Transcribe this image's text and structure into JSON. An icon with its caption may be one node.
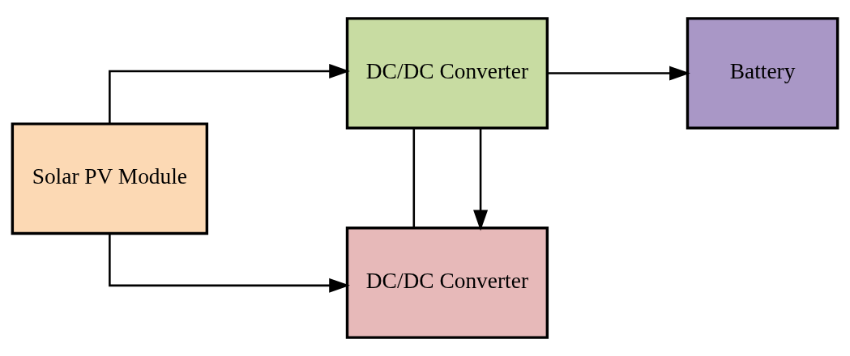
{
  "diagram": {
    "nodes": [
      {
        "text": [
          "Solar PV Module"
        ]
      },
      {
        "text": [
          "DC/DC Converter"
        ]
      },
      {
        "text": [
          "Battery"
        ]
      },
      {
        "text": [
          "DC/DC Converter"
        ]
      }
    ],
    "edges": [
      {
        "from": 0,
        "to": 1,
        "arrow": "to"
      },
      {
        "from": 1,
        "to": 2,
        "arrow": "to"
      },
      {
        "from": 0,
        "to": 3,
        "arrow": "to"
      },
      {
        "from": 1,
        "to": 3,
        "arrow": "none"
      },
      {
        "from": 1,
        "to": 3,
        "arrow": "to"
      }
    ]
  }
}
